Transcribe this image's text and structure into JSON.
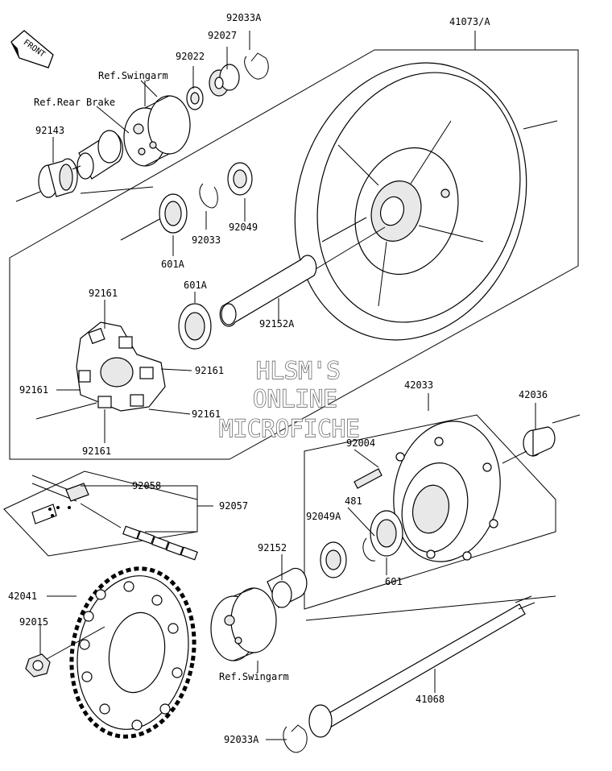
{
  "front_badge": "FRONT",
  "watermark": {
    "line1": "HLSM'S",
    "line2": "ONLINE",
    "line3": "MICROFICHE"
  },
  "labels": {
    "p92033A_top": "92033A",
    "p92027": "92027",
    "p92022": "92022",
    "ref_swingarm_top": "Ref.Swingarm",
    "ref_rear_brake": "Ref.Rear Brake",
    "p92143": "92143",
    "p41073A": "41073/A",
    "p92033": "92033",
    "p92049": "92049",
    "p601A_a": "601A",
    "p601A_b": "601A",
    "p92161_a": "92161",
    "p92161_b": "92161",
    "p92161_c": "92161",
    "p92161_d": "92161",
    "p92161_e": "92161",
    "p92152A": "92152A",
    "p42033": "42033",
    "p42036": "42036",
    "p92004": "92004",
    "p92058": "92058",
    "p92057": "92057",
    "p481": "481",
    "p92049A": "92049A",
    "p92152": "92152",
    "p601": "601",
    "p42041": "42041",
    "p92015": "92015",
    "ref_swingarm_bottom": "Ref.Swingarm",
    "p41068": "41068",
    "p92033A_bottom": "92033A"
  },
  "colors": {
    "line": "#000000",
    "fill": "#ffffff",
    "shade": "#cfcfcf",
    "watermark_stroke": "#555555"
  }
}
